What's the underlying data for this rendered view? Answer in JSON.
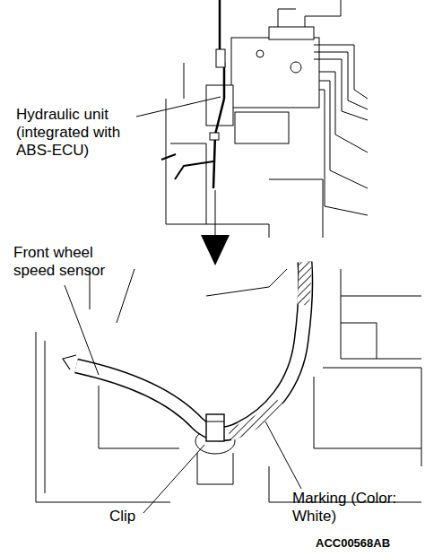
{
  "diagram": {
    "labels": [
      "Hydraulic unit (integrated with ABS-ECU)",
      "Front wheel speed sensor",
      "Clip",
      "Marking (Color: White)",
      "ACC00568AB"
    ]
  }
}
